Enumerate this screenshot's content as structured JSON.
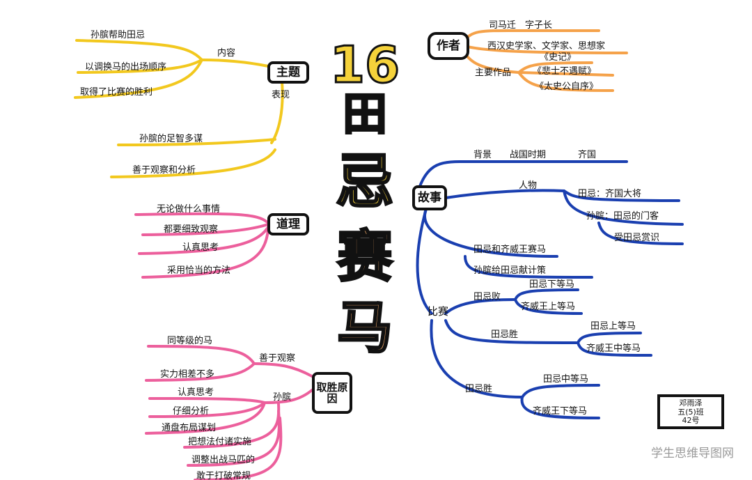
{
  "title": {
    "number": "16",
    "chars": [
      "田",
      "忌",
      "赛",
      "马"
    ]
  },
  "author_box": {
    "label": "作者",
    "name_line": "司马迁　字子长",
    "roles_line": "西汉史学家、文学家、思想家",
    "works_label": "主要作品",
    "works": [
      "《史记》",
      "《悲士不遇赋》",
      "《太史公自序》"
    ]
  },
  "theme": {
    "label": "主题",
    "content_label": "内容",
    "content_items": [
      "孙膑帮助田忌",
      "以调换马的出场顺序",
      "取得了比赛的胜利"
    ],
    "express_label": "表现",
    "express_items": [
      "孙膑的足智多谋",
      "善于观察和分析"
    ]
  },
  "lesson": {
    "label": "道理",
    "items": [
      "无论做什么事情",
      "都要细致观察",
      "认真思考",
      "采用恰当的方法"
    ]
  },
  "win_reason": {
    "label": "取胜原因",
    "observe_label": "善于观察",
    "observe_items": [
      "同等级的马",
      "实力相差不多"
    ],
    "sunbin_label": "孙膑",
    "sunbin_items": [
      "认真思考",
      "仔细分析",
      "通盘布局谋划",
      "把想法付诸实施",
      "调整出战马匹的",
      "敢于打破常规"
    ]
  },
  "story": {
    "label": "故事",
    "background_label": "背景",
    "background_items": [
      "战国时期",
      "齐国"
    ],
    "people_label": "人物",
    "people_items": [
      "田忌：齐国大将",
      "孙膑：田忌的门客",
      "受田忌赏识"
    ],
    "race_intro_items": [
      "田忌和齐威王赛马",
      "孙膑给田忌献计策"
    ],
    "match_label": "比赛",
    "rounds": [
      {
        "label": "田忌败",
        "items": [
          "田忌下等马",
          "齐威王上等马"
        ]
      },
      {
        "label": "田忌胜",
        "items": [
          "田忌上等马",
          "齐威王中等马"
        ]
      },
      {
        "label": "田忌胜",
        "items": [
          "田忌中等马",
          "齐威王下等马"
        ]
      }
    ]
  },
  "signature": {
    "name": "邓雨泽",
    "class": "五(5)班",
    "number": "42号"
  },
  "watermark": "学生思维导图网",
  "colors": {
    "yellow": "#f2c81e",
    "blue": "#1a3fb0",
    "pink": "#ec5f9c",
    "orange": "#f5a24a",
    "title_yellow": "#f5d23a",
    "title_orange": "#f0a868",
    "dark": "#111111"
  }
}
